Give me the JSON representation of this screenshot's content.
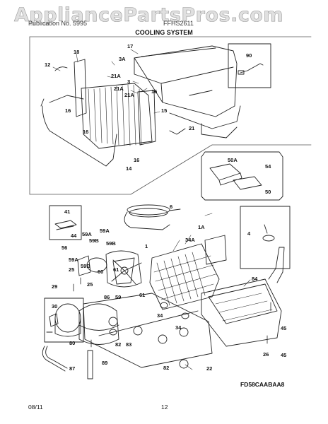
{
  "watermark": "AppliancePartsPros.com",
  "header": {
    "left": "Publication No. 5995",
    "model": "FFHS2611",
    "section_title": "COOLING SYSTEM"
  },
  "callouts": [
    "17",
    "18",
    "3A",
    "12",
    "21A",
    "3",
    "21A",
    "21A",
    "16",
    "16",
    "16",
    "15",
    "21",
    "16",
    "14",
    "90",
    "50A",
    "54",
    "50",
    "41",
    "44",
    "6",
    "1A",
    "4",
    "59A",
    "59A",
    "59B",
    "59B",
    "56",
    "59A",
    "59B",
    "25",
    "25",
    "29",
    "60",
    "61",
    "86",
    "59",
    "61",
    "1",
    "34A",
    "34",
    "34",
    "84",
    "30",
    "80",
    "82",
    "83",
    "82",
    "22",
    "87",
    "89",
    "26",
    "45",
    "45"
  ],
  "diagram_code": "FD58CAABAA8",
  "footer": {
    "date": "08/11",
    "page": "12"
  },
  "colors": {
    "line": "#222222",
    "watermark_fill": "#e0e0e0",
    "watermark_stroke": "#9a9a9a"
  }
}
